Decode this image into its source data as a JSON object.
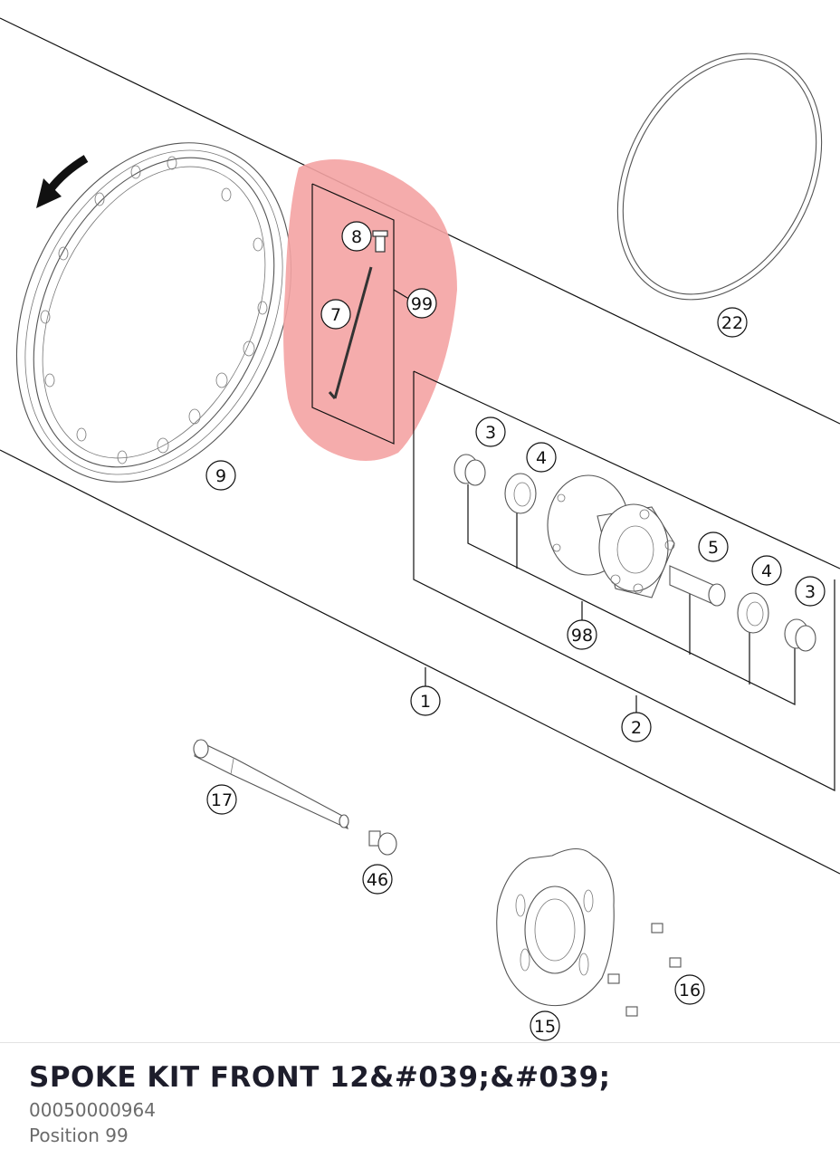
{
  "diagram": {
    "highlight_color": "#f4a3a3",
    "callouts": {
      "c8": "8",
      "c7": "7",
      "c99": "99",
      "c22": "22",
      "c9": "9",
      "c3a": "3",
      "c4a": "4",
      "c5": "5",
      "c4b": "4",
      "c3b": "3",
      "c98": "98",
      "c1": "1",
      "c2": "2",
      "c17": "17",
      "c46": "46",
      "c16": "16",
      "c15": "15"
    }
  },
  "product": {
    "title": "SPOKE KIT FRONT 12&#039;&#039;",
    "part_number": "00050000964",
    "position": "Position 99"
  }
}
